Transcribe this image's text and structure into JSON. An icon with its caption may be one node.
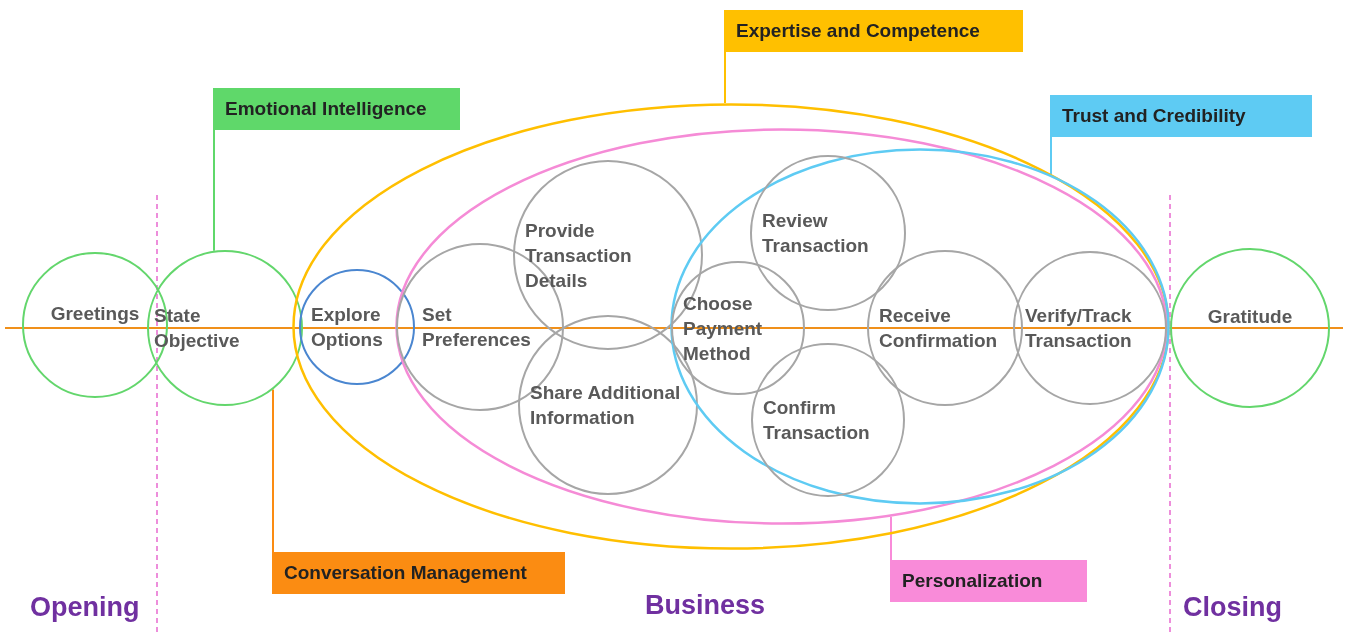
{
  "diagram": {
    "nodes": [
      {
        "text": [
          "Greetings"
        ]
      },
      {
        "text": [
          "State Objective"
        ]
      },
      {
        "text": [],
        "shape": "ellipse"
      },
      {
        "text": [
          "Explore Options"
        ],
        "in": 2
      },
      {
        "text": [],
        "shape": "ellipse",
        "in": 2
      },
      {
        "text": [
          "Set Preferences"
        ],
        "in": 4
      },
      {
        "text": [
          "Provide Transaction Details"
        ],
        "in": 4
      },
      {
        "text": [
          "Share Additional Information"
        ],
        "in": 4
      },
      {
        "text": [],
        "shape": "ellipse",
        "in": 4
      },
      {
        "text": [
          "Choose Payment Method"
        ],
        "in": 8
      },
      {
        "text": [
          "Review Transaction"
        ],
        "in": 8
      },
      {
        "text": [
          "Confirm Transaction"
        ],
        "in": 8
      },
      {
        "text": [
          "Receive Confirmation"
        ],
        "in": 8
      },
      {
        "text": [
          "Verify/Track Transaction"
        ],
        "in": 8
      },
      {
        "text": [
          "Gratitude"
        ]
      },
      {
        "text": [
          "Emotional Intelligence"
        ]
      },
      {
        "text": [
          "Expertise and Competence"
        ]
      },
      {
        "text": [
          "Trust and Credibility"
        ]
      },
      {
        "text": [
          "Conversation Management"
        ]
      },
      {
        "text": [
          "Personalization"
        ]
      }
    ],
    "edges": [
      {
        "from": 15,
        "to": 1,
        "arrow": "none",
        "color": "#5fd86a"
      },
      {
        "from": 16,
        "to": 2,
        "arrow": "none",
        "color": "#ffc000"
      },
      {
        "from": 17,
        "to": 8,
        "arrow": "none",
        "color": "#5ecbf3"
      },
      {
        "from": 18,
        "to": 1,
        "arrow": "none",
        "color": "#fb8c12"
      },
      {
        "from": 19,
        "to": 4,
        "arrow": "none",
        "color": "#f98bd9"
      }
    ],
    "labels": [
      "Opening",
      "Business",
      "Closing"
    ]
  }
}
